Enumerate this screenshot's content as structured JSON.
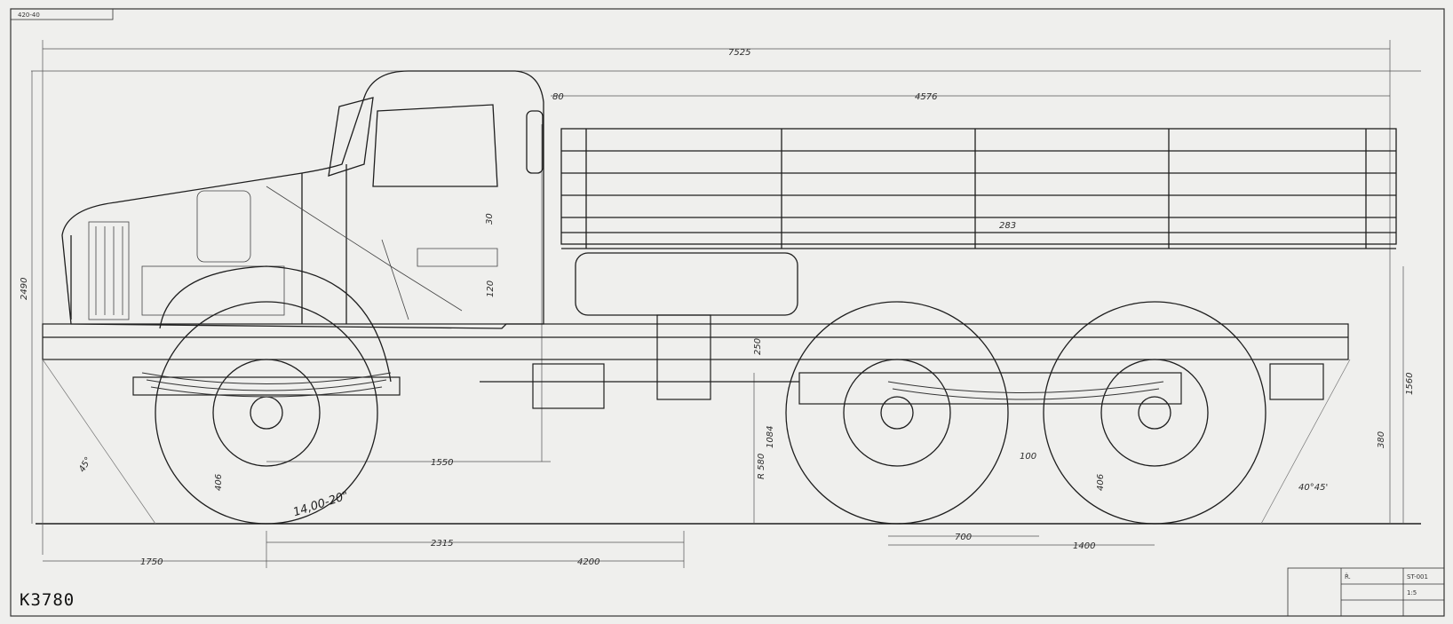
{
  "drawing": {
    "top_left_stamp": "420-40",
    "archive_mark": "K3780",
    "title_block": {
      "line1": "Ř.",
      "line2": "ST-001",
      "line3": "1:5"
    }
  },
  "dimensions": {
    "overall_length": "7525",
    "body_length": "4576",
    "body_gap": "80",
    "overall_height": "2490",
    "frame_height": "1560",
    "wheelbase_total": "4200",
    "front_to_mid": "2315",
    "front_overhang": "1750",
    "front_axle_to_cab": "1550",
    "bogie_spacing": "1400",
    "bogie_half": "700",
    "ground_clearance_front": "406",
    "ground_clearance_mid": "406",
    "ground_clearance_rear": "380",
    "approach_angle": "45°",
    "departure_angle": "40°45'",
    "tire_size": "14,00-20\"",
    "turning_radius": "R 580",
    "center_height": "1084",
    "body_slat": "283",
    "frame_depth": "250",
    "cab_dim_a": "30",
    "cab_dim_b": "120",
    "axle_gap": "100"
  },
  "colors": {
    "paper": "#efefed",
    "ink": "#1e1e1e",
    "faint": "#8a8a8a"
  }
}
